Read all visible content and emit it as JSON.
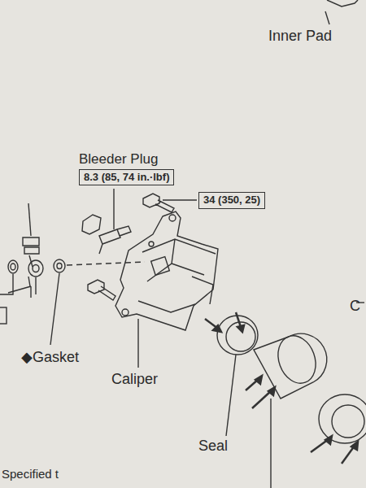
{
  "diagram": {
    "nodes": [
      {
        "text": [
          "Bleeder Plug",
          "8.3 (85, 74 in.·lbf)"
        ]
      },
      {
        "text": [
          "34 (350, 25)"
        ]
      }
    ],
    "labels": [
      "Inner Pad",
      "◆Gasket",
      "Caliper",
      "Seal",
      "C",
      "Specified t"
    ]
  }
}
